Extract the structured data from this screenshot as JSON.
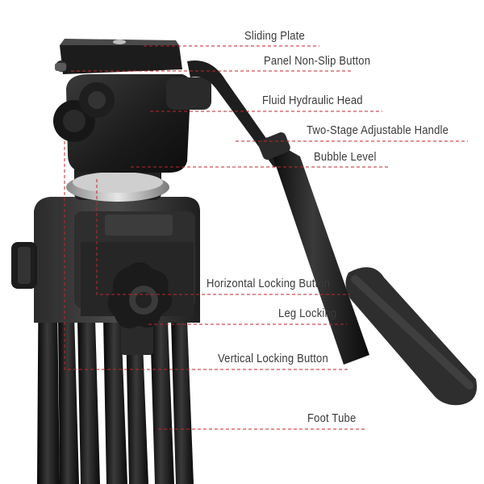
{
  "annotations": [
    {
      "key": "sliding-plate",
      "label": "Sliding Plate"
    },
    {
      "key": "panel-non-slip-button",
      "label": "Panel Non-Slip Button"
    },
    {
      "key": "fluid-hydraulic-head",
      "label": "Fluid Hydraulic Head"
    },
    {
      "key": "two-stage-adjustable-handle",
      "label": "Two-Stage Adjustable Handle"
    },
    {
      "key": "bubble-level",
      "label": "Bubble Level"
    },
    {
      "key": "horizontal-locking-button",
      "label": "Horizontal Locking Button"
    },
    {
      "key": "leg-locking",
      "label": "Leg Locking"
    },
    {
      "key": "vertical-locking-button",
      "label": "Vertical Locking Button"
    },
    {
      "key": "foot-tube",
      "label": "Foot Tube"
    }
  ],
  "colors": {
    "leader_line": "#c0262d",
    "label_text": "#3a3a3a",
    "tripod_body": "#1e1e1e",
    "background": "#ffffff"
  }
}
